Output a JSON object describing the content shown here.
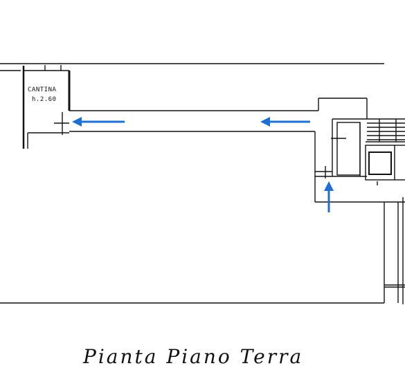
{
  "title": "Pianta Piano Terra",
  "rooms": [
    {
      "name": "CANTINA",
      "height_label": "h.2.60"
    }
  ],
  "colors": {
    "line": "#111111",
    "arrow": "#1f6fd1"
  },
  "arrows": [
    {
      "direction": "left"
    },
    {
      "direction": "left"
    },
    {
      "direction": "up"
    }
  ]
}
